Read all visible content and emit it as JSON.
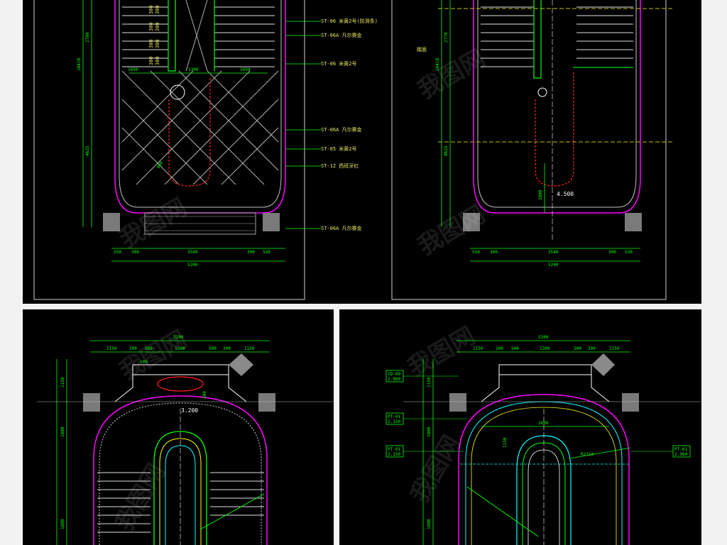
{
  "elevation_a": {
    "dims_top": [
      "1650",
      "1300",
      "1650"
    ],
    "dims_left": [
      "2700",
      "16410",
      "4625"
    ],
    "dims_bottom_1": [
      "550",
      "300",
      "3540",
      "300",
      "530"
    ],
    "dims_bottom_2": "5200",
    "dim_diag": "900",
    "callouts": [
      "ST-06 米黄2号(防滑条)",
      "ST-06A 凡尔赛金",
      "ST-06 米黄2号",
      "ST-06A 凡尔赛金",
      "ST-05 米黄2号",
      "ST-12 西班牙红",
      "ST-06A 凡尔赛金"
    ],
    "stair_numbers": [
      "300",
      "300",
      "300",
      "300",
      "300",
      "300",
      "300",
      "300"
    ]
  },
  "elevation_b": {
    "dims_left": [
      "2770",
      "16410",
      "4625"
    ],
    "dims_bottom_1": [
      "550",
      "300",
      "3540",
      "300",
      "530"
    ],
    "dims_bottom_2": "5200",
    "level": "4.500",
    "dim_vert": "1800",
    "label_left": "踏面"
  },
  "plan_c": {
    "dims_top_total": "5200",
    "dims_top": [
      "1150",
      "200",
      "500",
      "1300",
      "500",
      "200",
      "1150"
    ],
    "dims_left": [
      "1150",
      "1800",
      "1800"
    ],
    "level": "3.200",
    "dims_inner": [
      "500",
      "300"
    ]
  },
  "plan_d": {
    "dims_top_total": "5200",
    "dims_top": [
      "1150",
      "200",
      "500",
      "1300",
      "500",
      "200",
      "1150"
    ],
    "dims_left": [
      "1150",
      "1800",
      "1800"
    ],
    "dims_inner": [
      "1600",
      "1150",
      "R2150"
    ],
    "tags": [
      {
        "code": "YD-09",
        "value": "2.960"
      },
      {
        "code": "PT-01",
        "value": "2.150"
      },
      {
        "code": "PT-01",
        "value": "2.150"
      },
      {
        "code": "PT-01",
        "value": "2.360"
      }
    ]
  },
  "watermark": "我图网",
  "colors": {
    "background": "#000000",
    "frame": "#ffffff",
    "dimension": "#00ff00",
    "outline": "#ff00ff",
    "hatch": "#ffffff",
    "handrail_red": "#ff2020",
    "cyan": "#00ffff",
    "yellow": "#ffff00"
  }
}
